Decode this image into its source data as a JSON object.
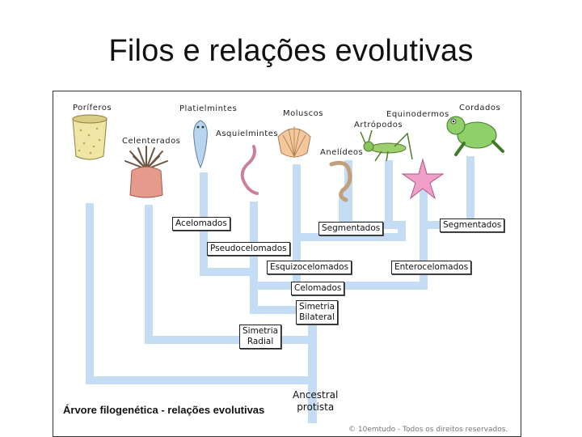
{
  "title": "Filos e relações evolutivas",
  "phyla": {
    "poriferos": "Poríferos",
    "celenterados": "Celenterados",
    "platielmintes": "Platielmintes",
    "asquielmintes": "Asquielmintes",
    "moluscos": "Moluscos",
    "anelideos": "Anelídeos",
    "artropodos": "Artrópodos",
    "equinodermos": "Equinodermos",
    "cordados": "Cordados"
  },
  "nodes": {
    "acelomados": "Acelomados",
    "segmentados_left": "Segmentados",
    "segmentados_right": "Segmentados",
    "pseudocelomados": "Pseudocelomados",
    "esquizocelomados": "Esquizocelomados",
    "enterocelomados": "Enterocelomados",
    "celomados": "Celomados",
    "simetria_bilateral_1": "Simetria",
    "simetria_bilateral_2": "Bilateral",
    "simetria_radial_1": "Simetria",
    "simetria_radial_2": "Radial",
    "ancestral_1": "Ancestral",
    "ancestral_2": "protista"
  },
  "caption": "Árvore filogenética - relações evolutivas",
  "copyright": "© 10emtudo - Todos os direitos reservados."
}
